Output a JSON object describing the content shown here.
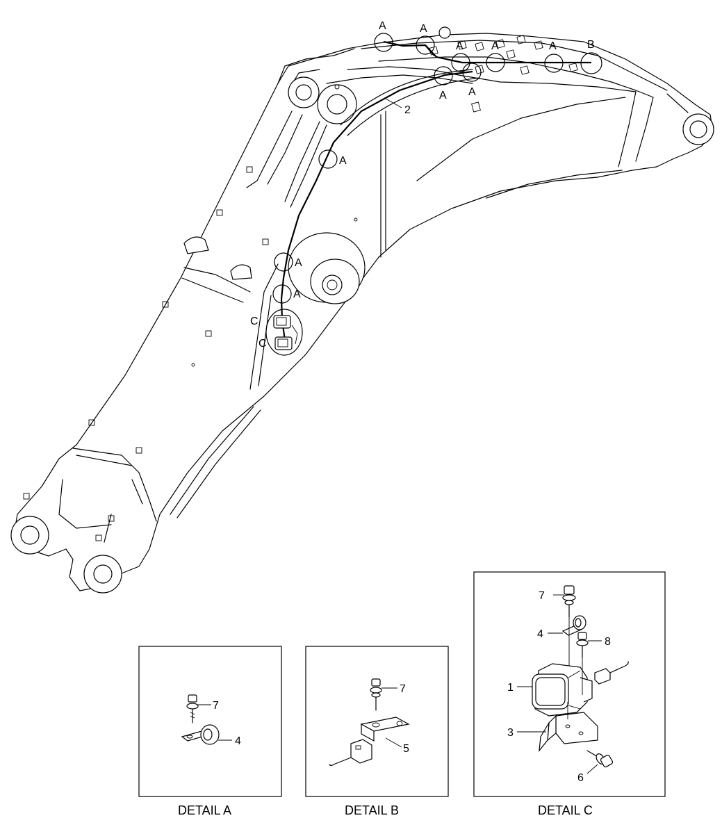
{
  "callouts": {
    "a": "A",
    "b": "B",
    "c": "C",
    "harness": "2"
  },
  "details": {
    "a": {
      "caption": "DETAIL  A",
      "part_bolt": "7",
      "part_clamp": "4"
    },
    "b": {
      "caption": "DETAIL  B",
      "part_bolt": "7",
      "part_clip": "5"
    },
    "c": {
      "caption": "DETAIL  C",
      "part_bolt_top": "7",
      "part_clamp": "4",
      "part_bolt_side": "8",
      "part_lamp": "1",
      "part_bracket": "3",
      "part_bolt_bottom": "6"
    }
  },
  "icons": [
    "boom-drawing",
    "work-lamp-icon",
    "clamp-icon",
    "bolt-icon",
    "clip-icon"
  ]
}
